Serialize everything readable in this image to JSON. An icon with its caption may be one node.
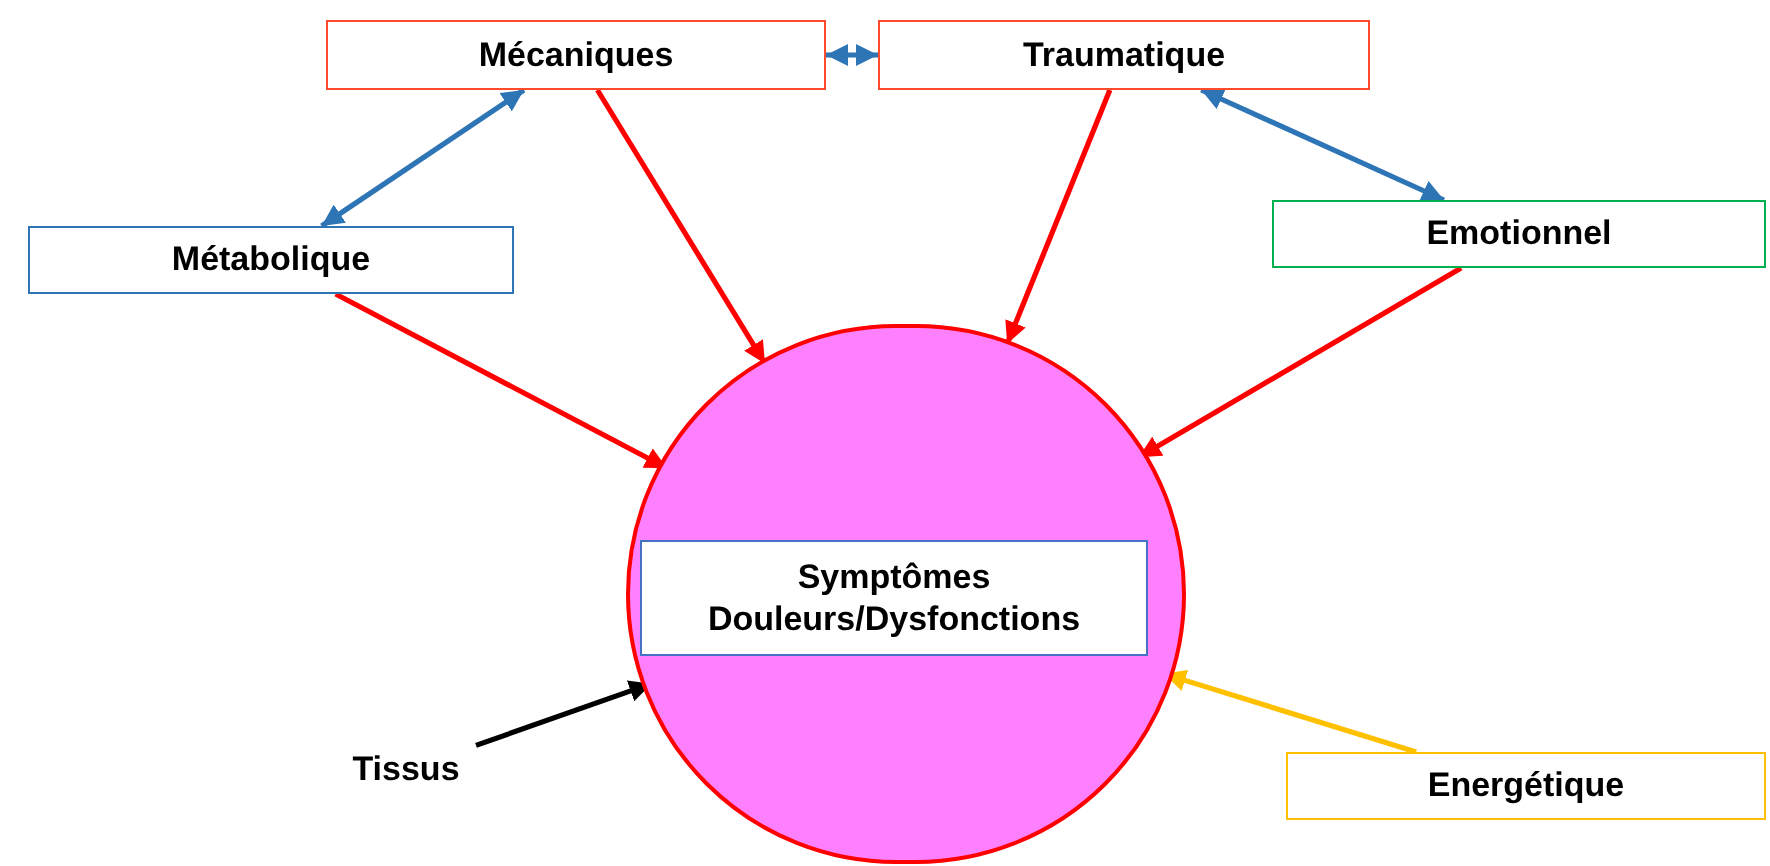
{
  "diagram": {
    "nodes": [
      {
        "text": [
          "Mécaniques"
        ]
      },
      {
        "text": [
          "Traumatique"
        ]
      },
      {
        "text": [
          "Métabolique"
        ]
      },
      {
        "text": [
          "Emotionnel"
        ]
      },
      {
        "text": [],
        "shape": "circle"
      },
      {
        "text": [
          "Symptômes Douleurs/Dysfonctions"
        ],
        "in": 4
      },
      {
        "text": [
          "Tissus"
        ]
      },
      {
        "text": [
          "Energétique"
        ]
      }
    ],
    "edges": [
      {
        "from": 0,
        "to": 1,
        "arrow": "both",
        "color": "#2e75b6"
      },
      {
        "from": 0,
        "to": 2,
        "arrow": "both",
        "color": "#2e75b6"
      },
      {
        "from": 1,
        "to": 3,
        "arrow": "both",
        "color": "#2e75b6"
      },
      {
        "from": 0,
        "to": 4,
        "arrow": "to"
      },
      {
        "from": 1,
        "to": 4,
        "arrow": "to"
      },
      {
        "from": 2,
        "to": 4,
        "arrow": "to"
      },
      {
        "from": 3,
        "to": 4,
        "arrow": "to"
      },
      {
        "from": 6,
        "to": 4,
        "arrow": "to",
        "color": "#000000"
      },
      {
        "from": 7,
        "to": 4,
        "arrow": "to",
        "color": "#ffc000"
      }
    ]
  }
}
